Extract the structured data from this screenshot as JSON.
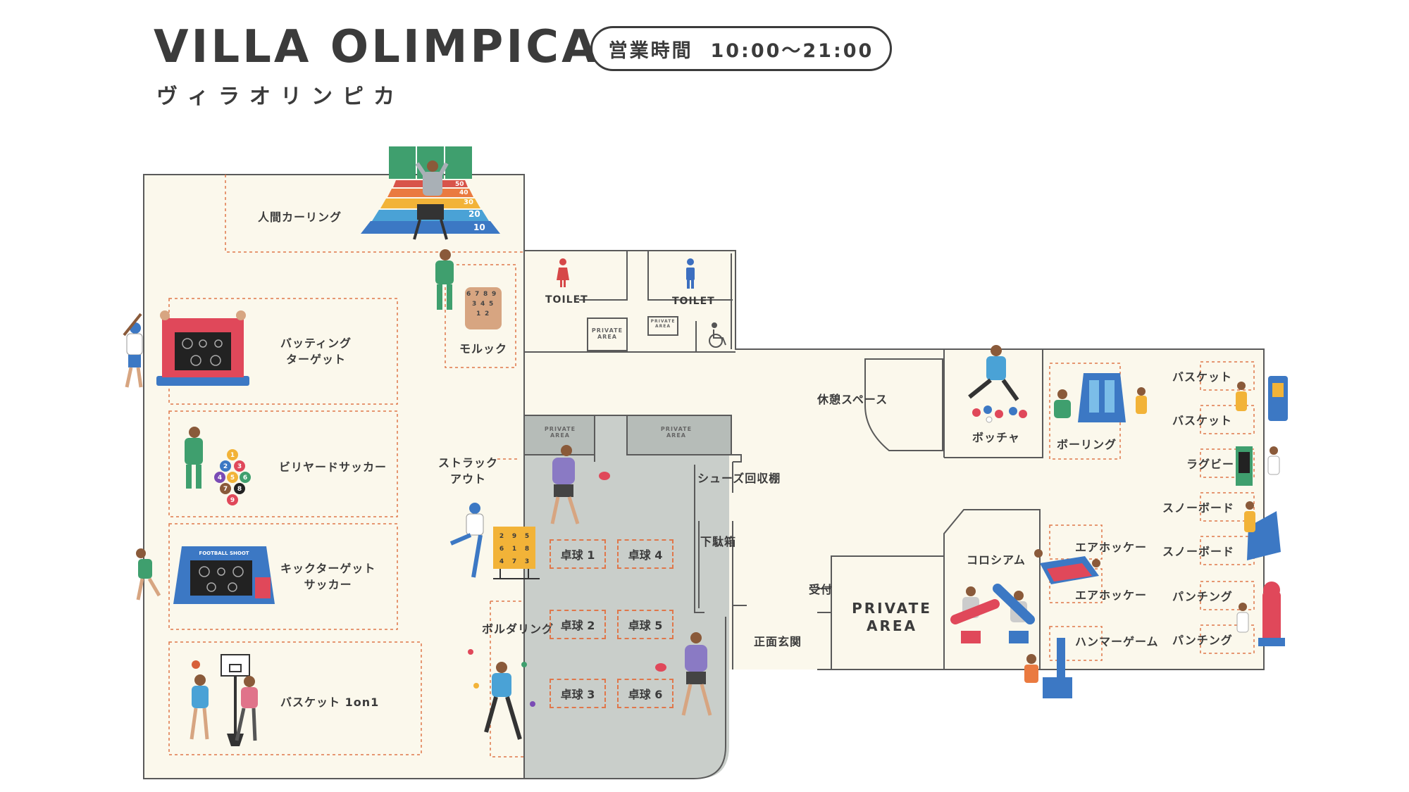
{
  "header": {
    "title": "VILLA OLIMPICA",
    "subtitle": "ヴィラオリンピカ",
    "hours_label": "営業時間",
    "hours_value": "10:00〜21:00"
  },
  "areas": {
    "curling": "人間カーリング",
    "batting": "バッティング\nターゲット",
    "billiard_soccer": "ビリヤードサッカー",
    "kick_target": "キックターゲット\nサッカー",
    "basket_1on1": "バスケット 1on1",
    "molkky": "モルック",
    "struck_out": "ストラック\nアウト",
    "bouldering": "ボルダリング",
    "shoe_shelf": "シューズ回収棚",
    "shoe_box": "下駄箱",
    "reception": "受付",
    "main_entrance": "正面玄関",
    "rest_space": "休憩スペース",
    "boccia": "ボッチャ",
    "bowling": "ボーリング",
    "colosseum": "コロシアム",
    "private_area_large": "PRIVATE\nAREA",
    "private_area_small": "PRIVATE\nAREA",
    "toilet_women": "TOILET",
    "toilet_men": "TOILET"
  },
  "table_tennis": [
    "卓球 1",
    "卓球 4",
    "卓球 2",
    "卓球 5",
    "卓球 3",
    "卓球 6"
  ],
  "right_column": [
    "バスケット",
    "バスケット",
    "ラグビー",
    "スノーボード",
    "スノーボード",
    "パンチング",
    "パンチング"
  ],
  "mid_column": [
    "エアホッケー",
    "エアホッケー",
    "ハンマーゲーム"
  ],
  "curling_scores": [
    "50",
    "40",
    "30",
    "20",
    "10"
  ],
  "molkky_pins": [
    "6",
    "7",
    "8",
    "9",
    "3",
    "4",
    "5",
    "1",
    "2"
  ],
  "billiard_balls": [
    "1",
    "2",
    "3",
    "4",
    "5",
    "6",
    "7",
    "8",
    "9"
  ],
  "struck_numbers": [
    "2",
    "9",
    "5",
    "6",
    "1",
    "8",
    "4",
    "7",
    "3"
  ],
  "kick_banner": "FOOTBALL SHOOT",
  "colors": {
    "floor": "#fbf8ec",
    "table_area": "#c9ceca",
    "wall": "#555555",
    "zone_border": "#e0774a"
  },
  "icons": [
    "restroom-women-icon",
    "restroom-men-icon",
    "wheelchair-icon"
  ]
}
